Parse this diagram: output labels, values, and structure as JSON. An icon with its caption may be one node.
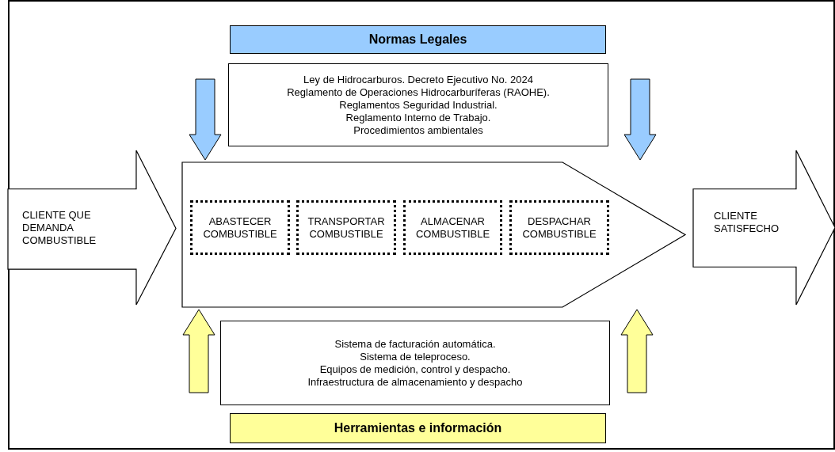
{
  "diagram": {
    "nodes": [
      {
        "text": [
          "Normas Legales"
        ]
      },
      {
        "text": [
          "Ley de Hidrocarburos.  Decreto Ejecutivo No. 2024",
          "Reglamento de Operaciones Hidrocarburíferas (RAOHE).",
          "Reglamentos Seguridad Industrial.",
          "Reglamento Interno de Trabajo.",
          "Procedimientos ambientales"
        ]
      },
      {
        "text": [
          "CLIENTE QUE DEMANDA COMBUSTIBLE"
        ]
      },
      {
        "text": [],
        "shape": "arrow"
      },
      {
        "text": [
          "ABASTECER COMBUSTIBLE"
        ],
        "in": 3
      },
      {
        "text": [
          "TRANSPORTAR COMBUSTIBLE"
        ],
        "in": 3
      },
      {
        "text": [
          "ALMACENAR COMBUSTIBLE"
        ],
        "in": 3
      },
      {
        "text": [
          "DESPACHAR COMBUSTIBLE"
        ],
        "in": 3
      },
      {
        "text": [
          "CLIENTE SATISFECHO"
        ]
      },
      {
        "text": [
          "Sistema de facturación automática.",
          "Sistema de teleproceso.",
          "Equipos de medición, control y despacho.",
          "Infraestructura de almacenamiento y despacho"
        ]
      },
      {
        "text": [
          "Herramientas e información"
        ]
      }
    ],
    "edges": [
      {
        "from": null,
        "to": 3,
        "arrow": "to",
        "color": "#99ccff"
      },
      {
        "from": null,
        "to": 3,
        "arrow": "to",
        "color": "#99ccff"
      },
      {
        "from": null,
        "to": 3,
        "arrow": "to",
        "color": "#ffff99"
      },
      {
        "from": null,
        "to": 3,
        "arrow": "to",
        "color": "#ffff99"
      }
    ]
  }
}
